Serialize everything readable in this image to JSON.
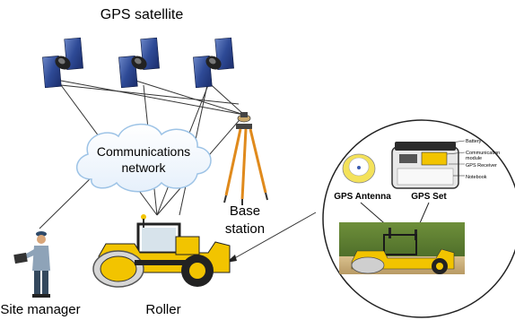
{
  "labels": {
    "gps_satellite": "GPS satellite",
    "communications_line1": "Communications",
    "communications_line2": "network",
    "base_line1": "Base",
    "base_line2": "station",
    "site_manager": "Site manager",
    "roller": "Roller"
  },
  "inset": {
    "gps_antenna": "GPS Antenna",
    "gps_set": "GPS Set",
    "callouts": [
      "Battery",
      "Communication",
      "module",
      "GPS Receiver",
      "Notebook"
    ]
  },
  "colors": {
    "roller_yellow": "#f2c400",
    "cloud_outline": "#9dc3e6",
    "tripod_orange": "#e08a1c",
    "line": "#333333"
  }
}
